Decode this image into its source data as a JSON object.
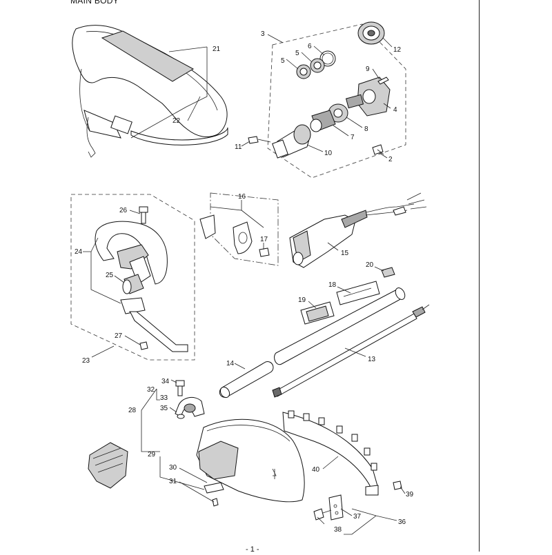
{
  "section_title": "MAIN BODY",
  "page_number": "- 1 -",
  "callouts": [
    "21",
    "22",
    "3",
    "6",
    "5",
    "5",
    "12",
    "9",
    "4",
    "8",
    "7",
    "10",
    "11",
    "2",
    "16",
    "17",
    "15",
    "26",
    "24",
    "25",
    "27",
    "23",
    "20",
    "18",
    "19",
    "14",
    "13",
    "34",
    "32",
    "33",
    "35",
    "28",
    "29",
    "30",
    "31",
    "40",
    "39",
    "37",
    "36",
    "38"
  ]
}
